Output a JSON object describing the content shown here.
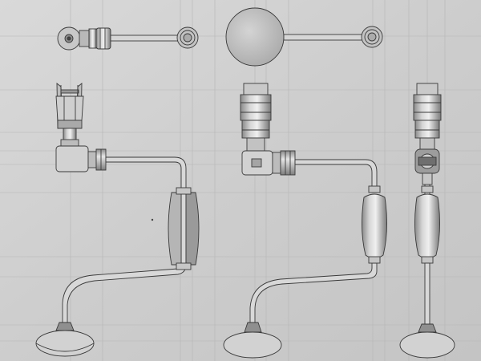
{
  "drawing": {
    "views": [
      {
        "key": "top-view"
      },
      {
        "key": "front-view-left"
      },
      {
        "key": "front-view-center"
      },
      {
        "key": "side-view-right"
      }
    ],
    "colors": {
      "paper": "#cfcfcf",
      "paper_light": "#d8d8d8",
      "line": "#3a3a3a",
      "construction": "#b4b4b4",
      "shade_light": "#c2c2c2",
      "shade_mid": "#a3a3a3",
      "shade_dark": "#6e6e6e"
    }
  }
}
